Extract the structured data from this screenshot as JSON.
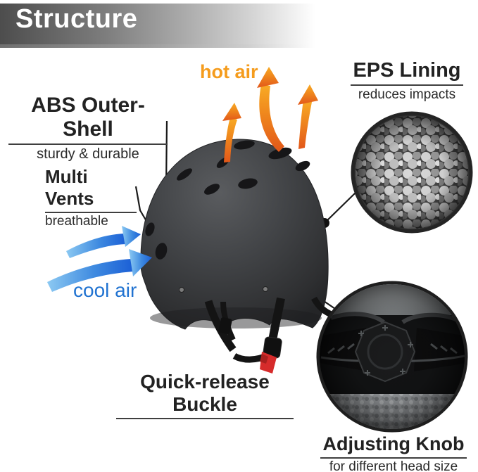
{
  "banner": {
    "title": "Structure",
    "text_color": "#ffffff",
    "gradient_start": "#4d4d4d",
    "gradient_end": "#ffffff"
  },
  "annotations": {
    "hot_air": {
      "label": "hot air",
      "color": "#F59C1D"
    },
    "cool_air": {
      "label": "cool air",
      "color": "#2173D1"
    },
    "eps_lining": {
      "title": "EPS Lining",
      "subtitle": "reduces impacts"
    },
    "abs_shell": {
      "title": "ABS Outer-Shell",
      "subtitle": "sturdy & durable"
    },
    "multi_vents": {
      "title": "Multi Vents",
      "subtitle": "breathable"
    },
    "quick_release": {
      "title": "Quick-release Buckle"
    },
    "adjusting_knob": {
      "title": "Adjusting Knob",
      "subtitle": "for different head size"
    }
  },
  "illustration": {
    "helmet": "black-skate-helmet-with-vents-and-chin-strap",
    "eps_closeup": "eps-foam-beads-circular-closeup",
    "knob_closeup": "rear-adjusting-dial-circular-closeup",
    "hot_air_arrows": "three-orange-curved-up-arrows",
    "cool_air_arrows": "two-blue-curved-right-arrows"
  },
  "colors": {
    "helmet_shell": "#3c3e41",
    "accent_orange": "#EE7A1A",
    "accent_blue": "#2173D1",
    "buckle_red": "#D62B2B",
    "leader_line": "#1b1b1b",
    "text": "#1c1c1c"
  }
}
